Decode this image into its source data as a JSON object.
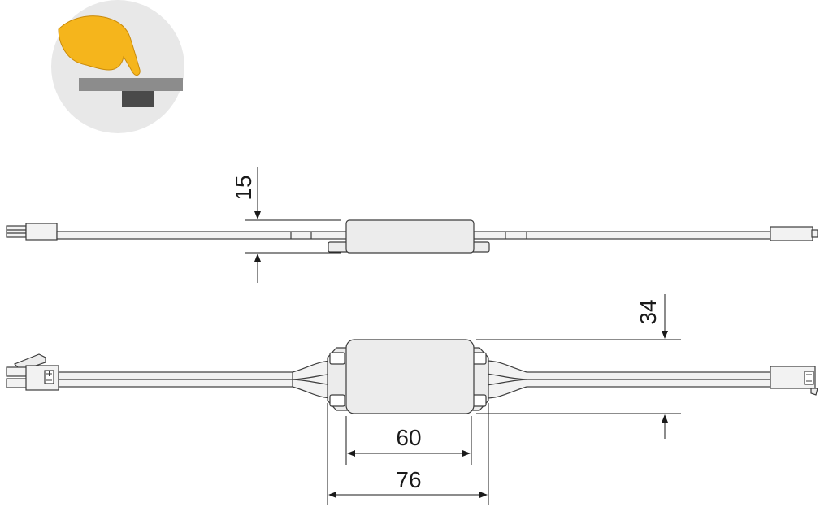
{
  "icon": {
    "name": "touch-mount-icon",
    "colors": {
      "circle": "#e8e8e8",
      "hand": "#f5b51c",
      "hand_outline": "#c98a0a",
      "board": "#8c8c8c",
      "sensor": "#4a4a4a"
    }
  },
  "dimensions": {
    "height": "15",
    "width": "34",
    "body_length": "60",
    "overall_length": "76"
  },
  "colors": {
    "line": "#3c3c3c",
    "body_fill": "#ececec",
    "cable_fill": "#f2f2f2"
  }
}
